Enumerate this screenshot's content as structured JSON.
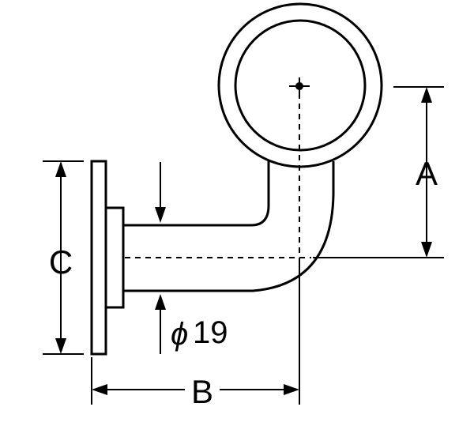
{
  "labels": {
    "a": "A",
    "b": "B",
    "c": "C",
    "diameter_symbol": "ϕ",
    "diameter_value": "19"
  }
}
